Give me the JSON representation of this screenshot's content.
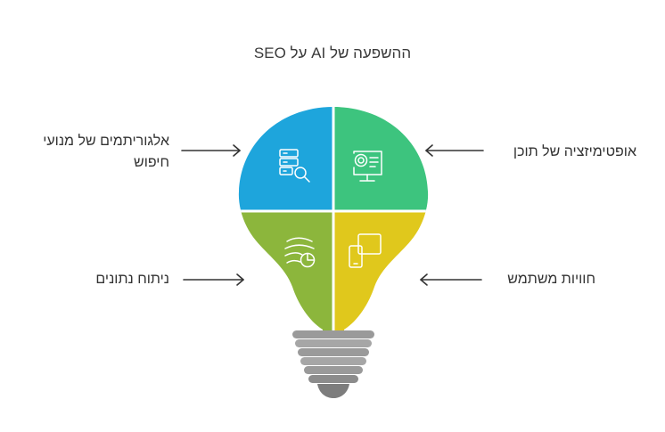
{
  "diagram": {
    "title": "SEO על AI ההשפעה של",
    "quadrants": [
      {
        "id": "search-algorithms",
        "label_lines": [
          "אלגוריתמים של מנועי",
          "חיפוש"
        ],
        "color": "#1ea5dc",
        "icon": "server-search-icon"
      },
      {
        "id": "content-optimization",
        "label_lines": [
          "אופטימיזציה של תוכן"
        ],
        "color": "#3dc47e",
        "icon": "monitor-gear-icon"
      },
      {
        "id": "data-analysis",
        "label_lines": [
          "ניתוח נתונים"
        ],
        "color": "#8cb63c",
        "icon": "data-flow-chart-icon"
      },
      {
        "id": "user-experience",
        "label_lines": [
          "חוויות משתמש"
        ],
        "color": "#e0c81c",
        "icon": "devices-icon"
      }
    ],
    "colors": {
      "arrow": "#333333",
      "base_light": "#a9a9a9",
      "base_dark": "#7d7d7d",
      "text": "#333333"
    }
  }
}
